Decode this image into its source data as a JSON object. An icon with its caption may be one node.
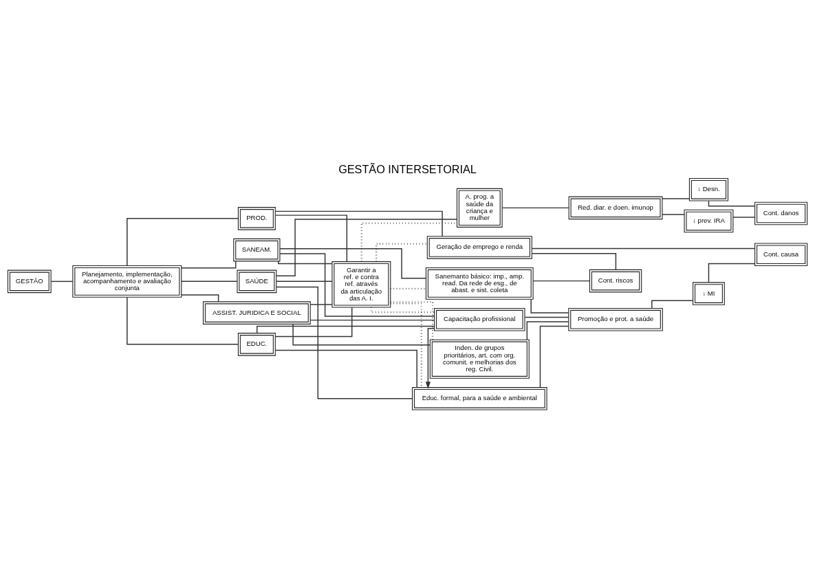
{
  "diagram": {
    "title": "GESTÃO INTERSETORIAL",
    "nodes": [
      {
        "text": [
          "GESTÃO"
        ]
      },
      {
        "text": [
          "Planejamento, implementação, acompanhamento e avaliação conjunta"
        ]
      },
      {
        "text": [
          "SAÚDE"
        ]
      },
      {
        "text": [
          "PROD."
        ]
      },
      {
        "text": [
          "EDUC."
        ]
      },
      {
        "text": [
          "SANEAM."
        ]
      },
      {
        "text": [
          "ASSIST. JURIDICA E SOCIAL"
        ]
      },
      {
        "text": [
          "Garantir a ref. e contra ref. através da articulação das A. I."
        ]
      },
      {
        "text": [
          "A. prog. a saúde da criança e mulher"
        ]
      },
      {
        "text": [
          "Geração de emprego e renda"
        ]
      },
      {
        "text": [
          "Educ. formal, para a saúde e ambiental"
        ]
      },
      {
        "text": [
          "Capacitação profissional"
        ]
      },
      {
        "text": [
          "Sanemanto básico: imp., amp. read. Da rede de esg., de abast. e sist. coleta"
        ]
      },
      {
        "text": [
          "Inden. de grupos prioritários, art. com org. comunit. e melhorias dos reg. Civil."
        ]
      },
      {
        "text": [
          "Red. diar. e doen. imunop"
        ]
      },
      {
        "text": [
          "↓ Desn."
        ]
      },
      {
        "text": [
          "↓ prev. IRA"
        ]
      },
      {
        "text": [
          "Cont. danos"
        ]
      },
      {
        "text": [
          "Promoção e prot. a saúde"
        ]
      },
      {
        "text": [
          "↓ MI"
        ]
      },
      {
        "text": [
          "Cont. causa"
        ]
      },
      {
        "text": [
          "Cont. riscos"
        ]
      }
    ],
    "edges": [
      {
        "from": 0,
        "to": 1,
        "arrow": "none"
      },
      {
        "from": 1,
        "to": 2,
        "arrow": "none"
      },
      {
        "from": 1,
        "to": 3,
        "arrow": "none"
      },
      {
        "from": 1,
        "to": 4,
        "arrow": "none"
      },
      {
        "from": 1,
        "to": 5,
        "arrow": "none"
      },
      {
        "from": 1,
        "to": 6,
        "arrow": "none"
      },
      {
        "from": 2,
        "to": 8,
        "arrow": "none"
      },
      {
        "from": 2,
        "to": 10,
        "arrow": "none"
      },
      {
        "from": 2,
        "to": 7,
        "arrow": "none"
      },
      {
        "from": 3,
        "to": 9,
        "arrow": "none"
      },
      {
        "from": 3,
        "to": 7,
        "arrow": "none"
      },
      {
        "from": 4,
        "to": 7,
        "arrow": "none"
      },
      {
        "from": 4,
        "to": 10,
        "arrow": "none"
      },
      {
        "from": 4,
        "to": 11,
        "arrow": "none"
      },
      {
        "from": 5,
        "to": 11,
        "arrow": "none"
      },
      {
        "from": 5,
        "to": 7,
        "arrow": "none"
      },
      {
        "from": 5,
        "to": 12,
        "arrow": "none"
      },
      {
        "from": 6,
        "to": 11,
        "arrow": "none"
      },
      {
        "from": 6,
        "to": 7,
        "arrow": "none"
      },
      {
        "from": 6,
        "to": 13,
        "arrow": "none"
      },
      {
        "from": 7,
        "to": 8,
        "arrow": "none",
        "style": "dashed"
      },
      {
        "from": 7,
        "to": 9,
        "arrow": "none",
        "style": "dashed"
      },
      {
        "from": 7,
        "to": 10,
        "arrow": "none",
        "style": "dashed"
      },
      {
        "from": 7,
        "to": 11,
        "arrow": "none",
        "style": "dashed"
      },
      {
        "from": 7,
        "to": 12,
        "arrow": "none",
        "style": "dashed"
      },
      {
        "from": 7,
        "to": 13,
        "arrow": "none",
        "style": "dashed"
      },
      {
        "from": 11,
        "to": 10,
        "arrow": "to"
      },
      {
        "from": 8,
        "to": 14,
        "arrow": "none"
      },
      {
        "from": 14,
        "to": 15,
        "arrow": "none"
      },
      {
        "from": 14,
        "to": 16,
        "arrow": "none"
      },
      {
        "from": 15,
        "to": 17,
        "arrow": "none"
      },
      {
        "from": 16,
        "to": 17,
        "arrow": "none"
      },
      {
        "from": 9,
        "to": 21,
        "arrow": "none"
      },
      {
        "from": 9,
        "to": 20,
        "arrow": "none"
      },
      {
        "from": 10,
        "to": 18,
        "arrow": "none"
      },
      {
        "from": 18,
        "to": 19,
        "arrow": "none"
      },
      {
        "from": 19,
        "to": 20,
        "arrow": "none"
      },
      {
        "from": 18,
        "to": 11,
        "arrow": "none"
      },
      {
        "from": 18,
        "to": 12,
        "arrow": "none"
      },
      {
        "from": 18,
        "to": 13,
        "arrow": "none"
      },
      {
        "from": 12,
        "to": 21,
        "arrow": "none"
      }
    ]
  }
}
